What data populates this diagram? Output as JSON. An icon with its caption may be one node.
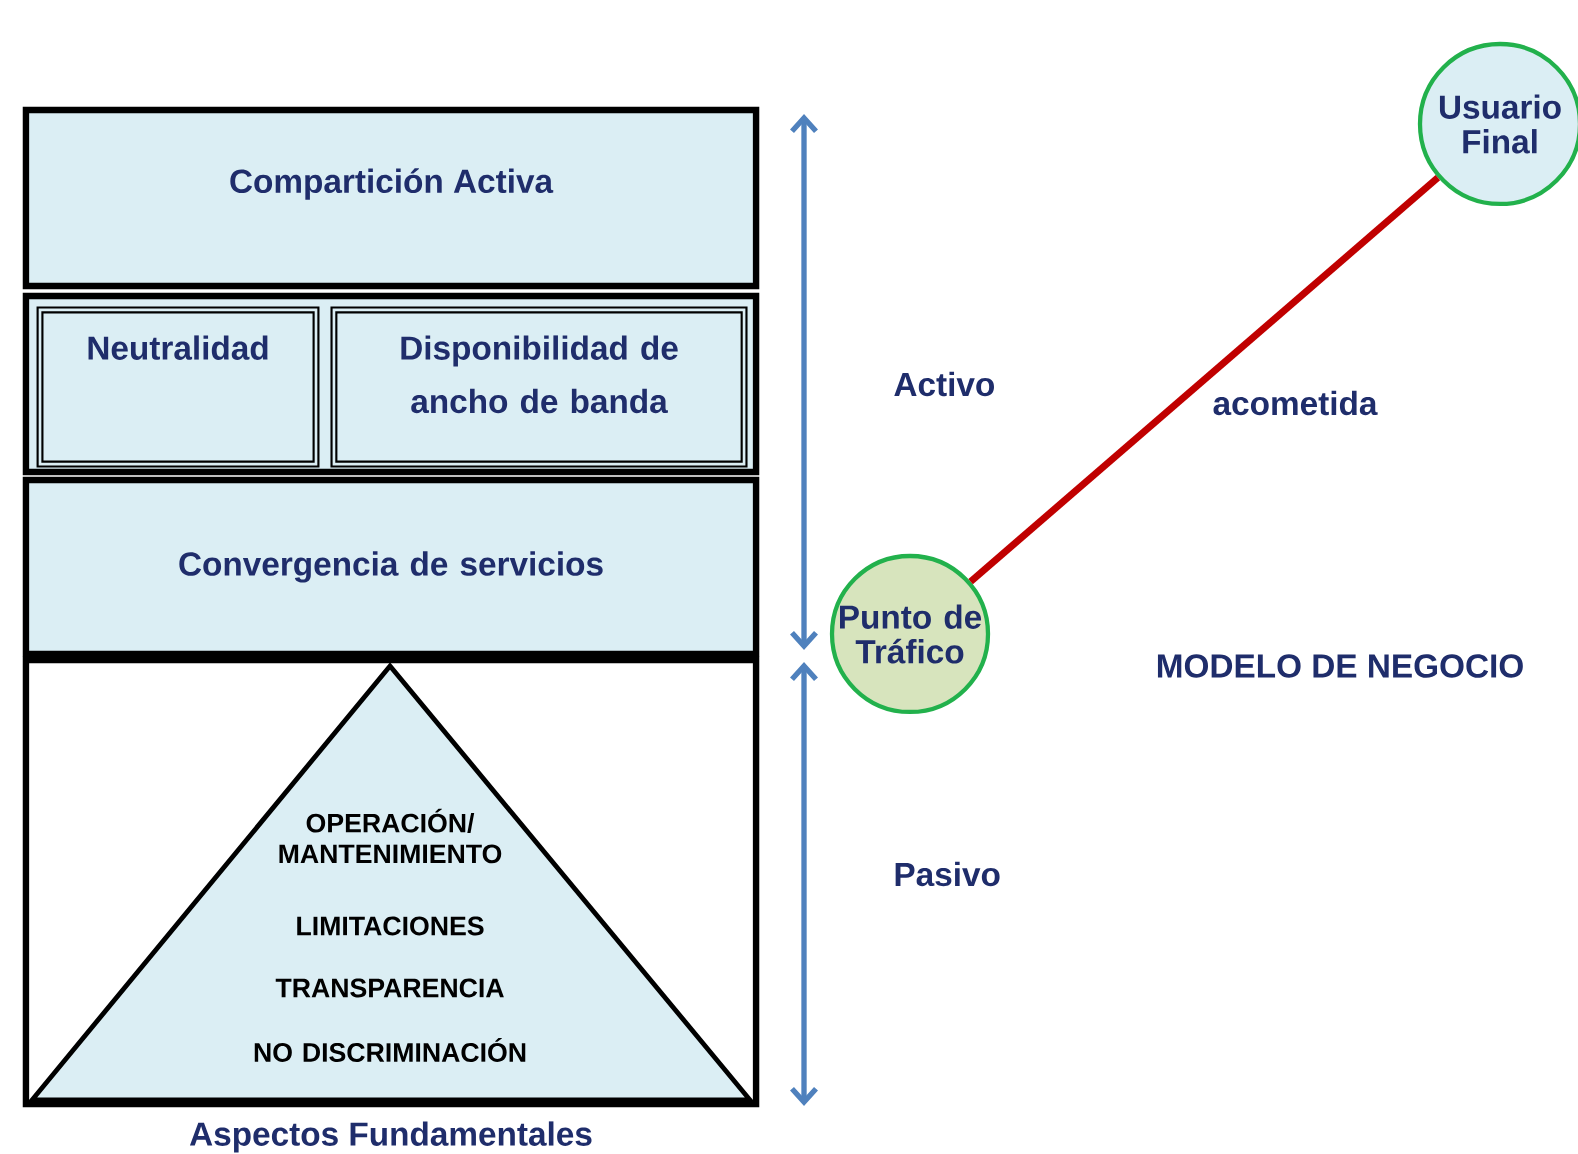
{
  "diagram": {
    "nodes": [
      {
        "text": [
          "Compartición Activa"
        ]
      },
      {
        "text": [],
        "shape": "box"
      },
      {
        "text": [
          "Neutralidad"
        ],
        "in": 1
      },
      {
        "text": [
          "Disponibilidad de ancho de banda"
        ],
        "in": 1
      },
      {
        "text": [
          "Convergencia de servicios"
        ]
      },
      {
        "text": [
          "Aspectos Fundamentales"
        ]
      },
      {
        "text": [
          "OPERACIÓN/ MANTENIMIENTO",
          "LIMITACIONES",
          "TRANSPARENCIA",
          "NO DISCRIMINACIÓN"
        ],
        "in": 5
      },
      {
        "text": [
          "Punto de Tráfico"
        ]
      },
      {
        "text": [
          "Usuario Final"
        ]
      }
    ],
    "edges": [
      {
        "from": 7,
        "to": 8,
        "arrow": "none",
        "label": "acometida",
        "color": "#c00000"
      }
    ],
    "labels": [
      "Activo",
      "Pasivo",
      "MODELO DE NEGOCIO"
    ]
  }
}
